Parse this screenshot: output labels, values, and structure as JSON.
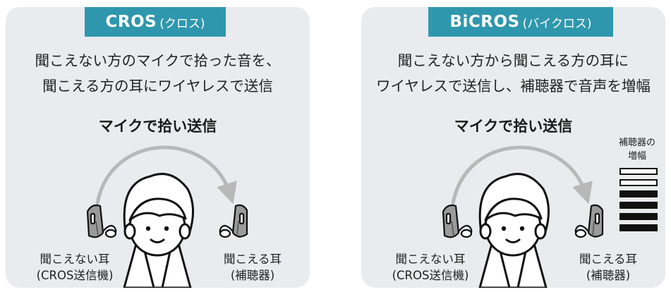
{
  "panels": {
    "cros": {
      "title": "CROS",
      "title_sub": "(クロス)",
      "description": [
        "聞こえない方のマイクで拾った音を、",
        "聞こえる方の耳にワイヤレスで送信"
      ],
      "subheading": "マイクで拾い送信",
      "left_label": [
        "聞こえない耳",
        "(CROS送信機)"
      ],
      "right_label": [
        "聞こえる耳",
        "(補聴器)"
      ]
    },
    "bicros": {
      "title": "BiCROS",
      "title_sub": "(バイクロス)",
      "description": [
        "聞こえない方から聞こえる方の耳に",
        "ワイヤレスで送信し、補聴器で音声を増幅"
      ],
      "subheading": "マイクで拾い送信",
      "amplification_label": [
        "補聴器の",
        "増幅"
      ],
      "amplification_level": "4 of 6 bars filled",
      "left_label": [
        "聞こえない耳",
        "(CROS送信機)"
      ],
      "right_label": [
        "聞こえる耳",
        "(補聴器)"
      ]
    }
  },
  "colors": {
    "panel_bg": "#e9ebef",
    "title_bar": "#2f97ad",
    "arrow": "#b8b8b8",
    "device": "#9a9a9a",
    "outline": "#111111"
  }
}
